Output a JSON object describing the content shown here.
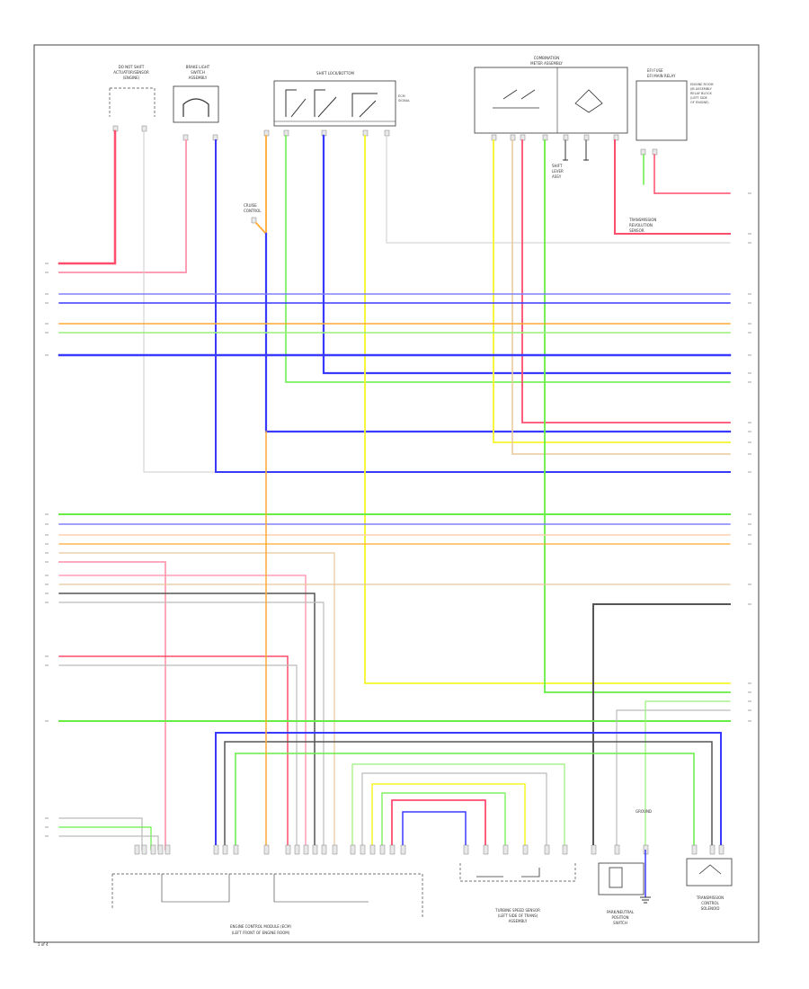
{
  "wire_colors": {
    "RED": "#ff4d6d",
    "PINK": "#ff9eb5",
    "BLUE": "#3a3aff",
    "LTBLUE": "#8080ff",
    "GREEN": "#66ee44",
    "LTGREEN": "#99f07a",
    "YELLOW": "#f5f52a",
    "ORANGE": "#ffaa33",
    "TAN": "#e8c89a",
    "GRAY": "#bbbbbb",
    "BLACK": "#333333",
    "PEACH": "#ffcfb0"
  },
  "components": {
    "comp_1": {
      "line1": "DO NOT SHIFT",
      "line2": "ACTUATOR/SENSOR",
      "line3": "(ENGINE)"
    },
    "comp_2": {
      "line1": "BRAKE LIGHT",
      "line2": "SWITCH",
      "line3": "ASSEMBLY"
    },
    "comp_3": {
      "line1": "SHIFT LOCK/BOTTOM"
    },
    "comp_4": {
      "line1": "COMBINATION",
      "line2": "METER ASSEMBLY"
    },
    "comp_5": {
      "line1": "CRUISE",
      "line2": "CONTROL"
    },
    "comp_6": {
      "line1": "SHIFT",
      "line2": "LEVER",
      "line3": "ASSY"
    },
    "comp_7": {
      "line1": "TRANSMISSION",
      "line2": "REVOLUTION",
      "line3": "SENSOR"
    },
    "comp_8": {
      "line1": "EFI FUSE",
      "line2": "EFI MAIN RELAY"
    },
    "ecm": {
      "line1": "ENGINE CONTROL MODULE (ECM)",
      "line2": "(LEFT FRONT OF ENGINE ROOM)"
    },
    "tps": {
      "line1": "TURBINE SPEED SENSOR",
      "line2": "(LEFT SIDE OF TRANS)",
      "line3": "ASSEMBLY"
    },
    "park": {
      "line1": "PARK/NEUTRAL",
      "line2": "POSITION",
      "line3": "SWITCH"
    },
    "tcm": {
      "line1": "TRANSMISSION",
      "line2": "CONTROL",
      "line3": "SOLENOID"
    },
    "ground": {
      "line1": "GROUND"
    }
  },
  "page_note": "1 of 4"
}
